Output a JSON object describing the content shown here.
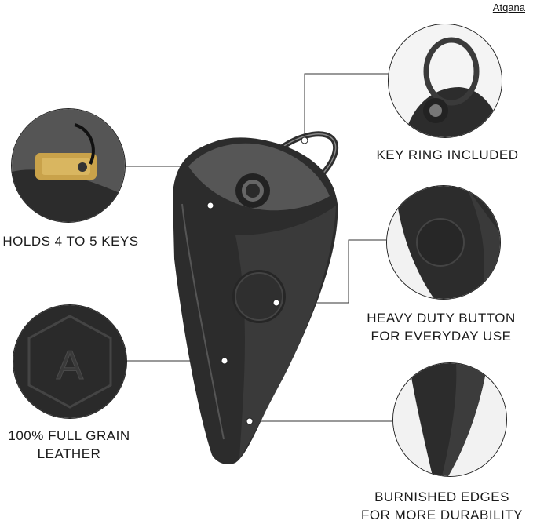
{
  "brand": "Atqana",
  "features": {
    "keyring": "KEY RING INCLUDED",
    "keys": "HOLDS 4 TO 5 KEYS",
    "button_line1": "HEAVY DUTY BUTTON",
    "button_line2": "FOR EVERYDAY USE",
    "leather_line1": "100% FULL GRAIN",
    "leather_line2": "LEATHER",
    "edges_line1": "BURNISHED EDGES",
    "edges_line2": "FOR MORE DURABILITY"
  },
  "emboss_letter": "A",
  "colors": {
    "leather": "#2c2c2c",
    "leather_highlight": "#4a4a4a",
    "suede": "#5a5a5a",
    "ring": "#3a3a3a",
    "brass": "#c9a24a",
    "line": "#333333"
  }
}
